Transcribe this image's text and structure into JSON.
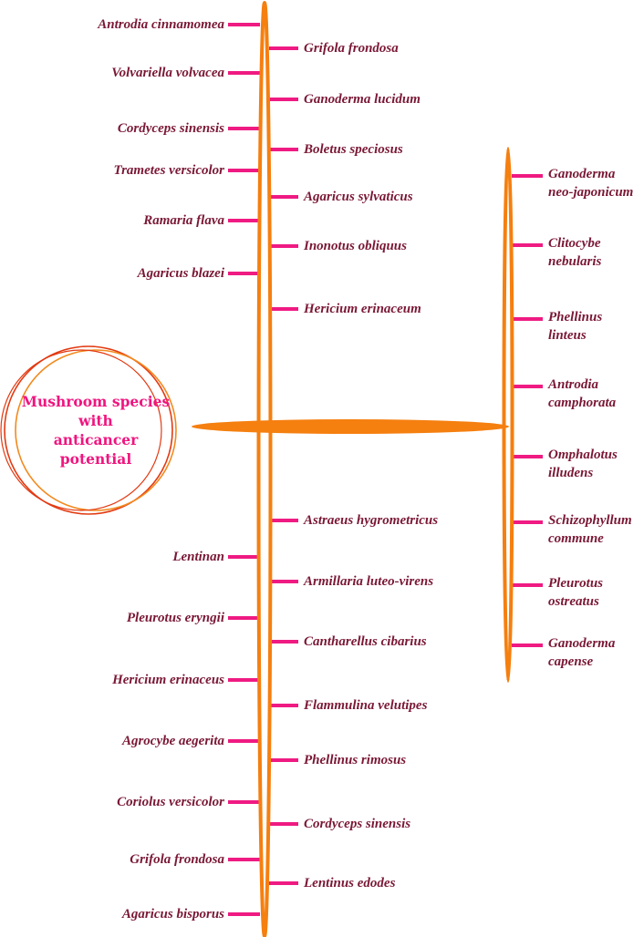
{
  "title": [
    "Mushroom species",
    "with",
    "anticancer potential"
  ],
  "colors": {
    "trunk": "#f57f0f",
    "connector": "#ef1a82",
    "label": "#7a1836",
    "title_text": "#f0157f",
    "circle_outer": "#e23a12",
    "circle_inner": "#f28a1e"
  },
  "main_left_labels": [
    "Antrodia cinnamomea",
    "Volvariella volvacea",
    "Cordyceps sinensis",
    "Trametes versicolor",
    "Ramaria flava",
    "Agaricus blazei",
    "Lentinan",
    "Pleurotus eryngii",
    "Hericium erinaceus",
    "Agrocybe aegerita",
    "Coriolus versicolor",
    "Grifola frondosa",
    "Agaricus bisporus"
  ],
  "main_right_labels": [
    "Grifola frondosa",
    "Ganoderma lucidum",
    "Boletus speciosus",
    "Agaricus sylvaticus",
    "Inonotus obliquus",
    "Hericium erinaceum",
    "Astraeus hygrometricus",
    "Armillaria luteo-virens",
    "Cantharellus cibarius",
    "Flammulina velutipes",
    "Phellinus rimosus",
    "Cordyceps sinensis",
    "Lentinus edodes"
  ],
  "branch_labels": [
    [
      "Ganoderma",
      "neo-japonicum"
    ],
    [
      "Clitocybe",
      "nebularis"
    ],
    [
      "Phellinus",
      "linteus"
    ],
    [
      "Antrodia",
      "camphorata"
    ],
    [
      "Omphalotus",
      "illudens"
    ],
    [
      "Schizophyllum",
      "commune"
    ],
    [
      "Pleurotus",
      "ostreatus"
    ],
    [
      "Ganoderma",
      "capense"
    ]
  ]
}
